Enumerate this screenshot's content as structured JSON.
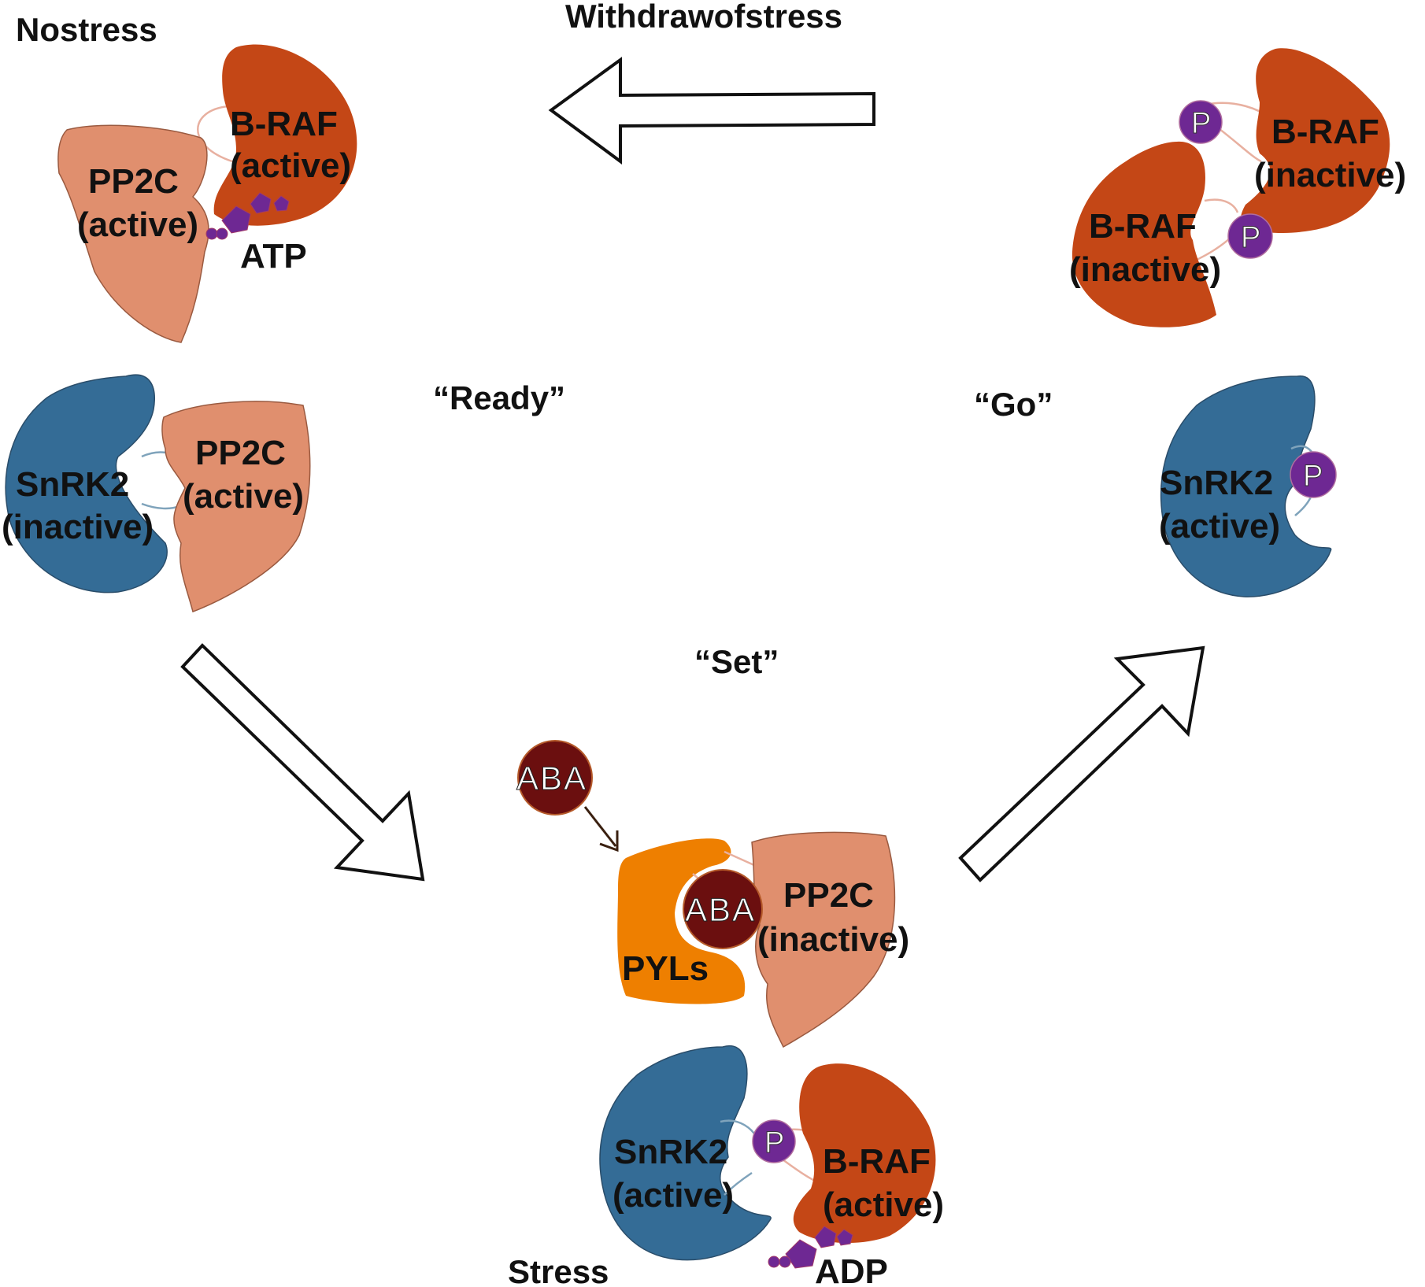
{
  "colors": {
    "braf": "#C44716",
    "pp2c": "#E08F6E",
    "snrk2": "#346C96",
    "pyls": "#EE7F00",
    "phosphate": "#6E2893",
    "aba": "#6B0F0F",
    "arrow_fill": "#FFFFFF",
    "arrow_stroke": "#111111"
  },
  "conditions": {
    "no_stress": "Nostress",
    "withdraw": "Withdrawofstress",
    "stress": "Stress"
  },
  "stages": {
    "ready": "“Ready”",
    "set": "“Set”",
    "go": "“Go”"
  },
  "ready_panel": {
    "pp2c_name": "PP2C",
    "pp2c_state": "(active)",
    "braf_name": "B-RAF",
    "braf_state": "(active)",
    "atp_label": "ATP",
    "snrk2_name": "SnRK2",
    "snrk2_state": "(inactive)",
    "pp2c2_name": "PP2C",
    "pp2c2_state": "(active)"
  },
  "go_panel": {
    "braf_top_name": "B-RAF",
    "braf_top_state": "(inactive)",
    "braf_bottom_name": "B-RAF",
    "braf_bottom_state": "(inactive)",
    "phospho_label": "P",
    "snrk2_name": "SnRK2",
    "snrk2_state": "(active)"
  },
  "set_panel": {
    "aba_free": "ABA",
    "aba_bound": "ABA",
    "pyls_label": "PYLs",
    "pp2c_name": "PP2C",
    "pp2c_state": "(inactive)",
    "snrk2_name": "SnRK2",
    "snrk2_state": "(active)",
    "phospho_label": "P",
    "braf_name": "B-RAF",
    "braf_state": "(active)",
    "adp_label": "ADP"
  }
}
